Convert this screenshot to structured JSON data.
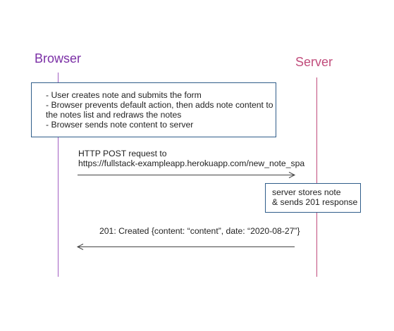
{
  "participants": {
    "browser": {
      "label": "Browser",
      "color": "#7b2fa6"
    },
    "server": {
      "label": "Server",
      "color": "#c14d7c"
    }
  },
  "notes": {
    "browser_note": [
      "- User creates note and submits the form",
      "- Browser prevents default action, then adds note content to",
      "the notes list and redraws the notes",
      "- Browser sends note content to server"
    ],
    "server_note": [
      "server stores note",
      "& sends 201 response"
    ]
  },
  "messages": {
    "request": {
      "from": "Browser",
      "to": "Server",
      "lines": [
        "HTTP POST request to",
        "https://fullstack-exampleapp.herokuapp.com/new_note_spa"
      ]
    },
    "response": {
      "from": "Server",
      "to": "Browser",
      "lines": [
        "201: Created {content: “content”, date: “2020-08-27”}"
      ]
    }
  },
  "colors": {
    "note_border": "#2f5d8a",
    "arrow": "#444444",
    "text": "#222222"
  }
}
